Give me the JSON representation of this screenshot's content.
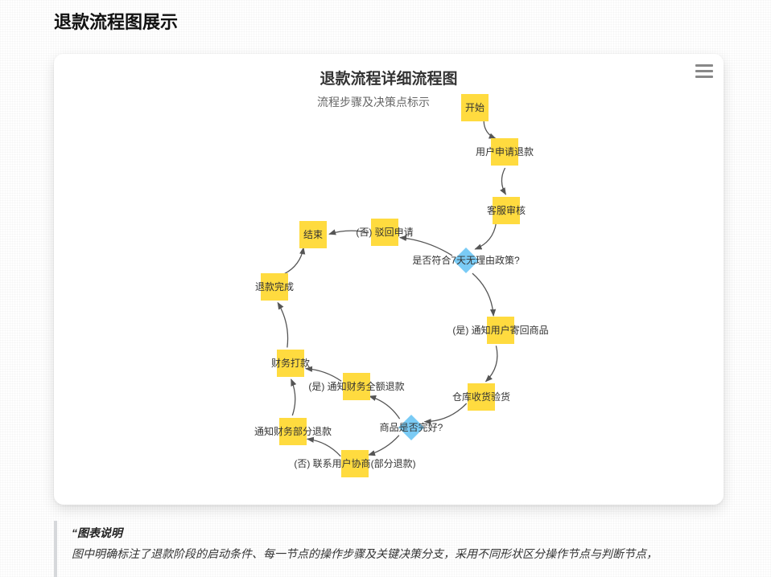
{
  "page": {
    "heading": "退款流程图展示"
  },
  "chart": {
    "title": "退款流程详细流程图",
    "subtitle": "流程步骤及决策点标示",
    "menu_icon": "hamburger-menu-icon"
  },
  "diagram_data": {
    "type": "flowchart",
    "node_color": "#FFDB3F",
    "decision_color": "#7ACBF5",
    "edge_color": "#555555",
    "nodes": [
      {
        "id": "start",
        "label": "开始",
        "shape": "rect"
      },
      {
        "id": "apply",
        "label": "用户申请退款",
        "shape": "rect"
      },
      {
        "id": "review",
        "label": "客服审核",
        "shape": "rect"
      },
      {
        "id": "policy",
        "label": "是否符合7天无理由政策?",
        "shape": "diamond"
      },
      {
        "id": "reject",
        "label": "(否) 驳回申请",
        "shape": "rect"
      },
      {
        "id": "end",
        "label": "结束",
        "shape": "rect"
      },
      {
        "id": "return",
        "label": "(是) 通知用户寄回商品",
        "shape": "rect"
      },
      {
        "id": "inspect",
        "label": "仓库收货验货",
        "shape": "rect"
      },
      {
        "id": "intact",
        "label": "商品是否完好?",
        "shape": "diamond"
      },
      {
        "id": "full",
        "label": "(是) 通知财务全额退款",
        "shape": "rect"
      },
      {
        "id": "negotiate",
        "label": "(否) 联系用户协商(部分退款)",
        "shape": "rect"
      },
      {
        "id": "partial",
        "label": "通知财务部分退款",
        "shape": "rect"
      },
      {
        "id": "pay",
        "label": "财务打款",
        "shape": "rect"
      },
      {
        "id": "done",
        "label": "退款完成",
        "shape": "rect"
      }
    ],
    "edges": [
      [
        "start",
        "apply"
      ],
      [
        "apply",
        "review"
      ],
      [
        "review",
        "policy"
      ],
      [
        "policy",
        "reject"
      ],
      [
        "reject",
        "end"
      ],
      [
        "policy",
        "return"
      ],
      [
        "return",
        "inspect"
      ],
      [
        "inspect",
        "intact"
      ],
      [
        "intact",
        "full"
      ],
      [
        "intact",
        "negotiate"
      ],
      [
        "negotiate",
        "partial"
      ],
      [
        "partial",
        "pay"
      ],
      [
        "full",
        "pay"
      ],
      [
        "pay",
        "done"
      ],
      [
        "done",
        "end"
      ]
    ]
  },
  "caption": {
    "heading": "“图表说明",
    "text": "图中明确标注了退款阶段的启动条件、每一节点的操作步骤及关键决策分支，采用不同形状区分操作节点与判断节点，"
  }
}
